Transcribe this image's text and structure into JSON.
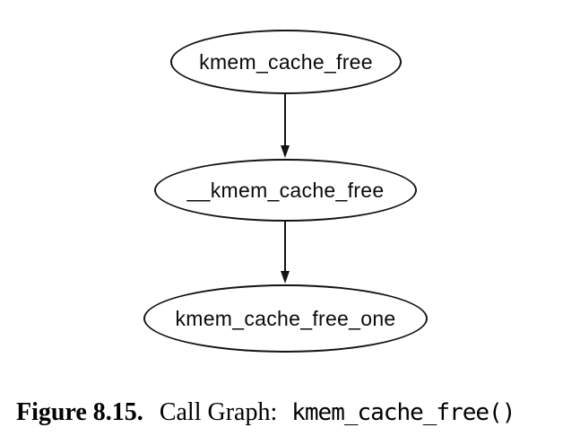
{
  "figure": {
    "type": "call-graph-diagram",
    "nodes": [
      {
        "id": "kmem_cache_free",
        "label": "kmem_cache_free"
      },
      {
        "id": "__kmem_cache_free",
        "label": "__kmem_cache_free"
      },
      {
        "id": "kmem_cache_free_one",
        "label": "kmem_cache_free_one"
      }
    ],
    "edges": [
      {
        "from": "kmem_cache_free",
        "to": "__kmem_cache_free",
        "direction": "down"
      },
      {
        "from": "__kmem_cache_free",
        "to": "kmem_cache_free_one",
        "direction": "down"
      }
    ],
    "caption": {
      "label_bold": "Figure 8.15.",
      "text": "Call Graph:",
      "code": "kmem_cache_free()"
    },
    "colors": {
      "background": "#ffffff",
      "stroke": "#131313",
      "text": "#000000"
    }
  }
}
